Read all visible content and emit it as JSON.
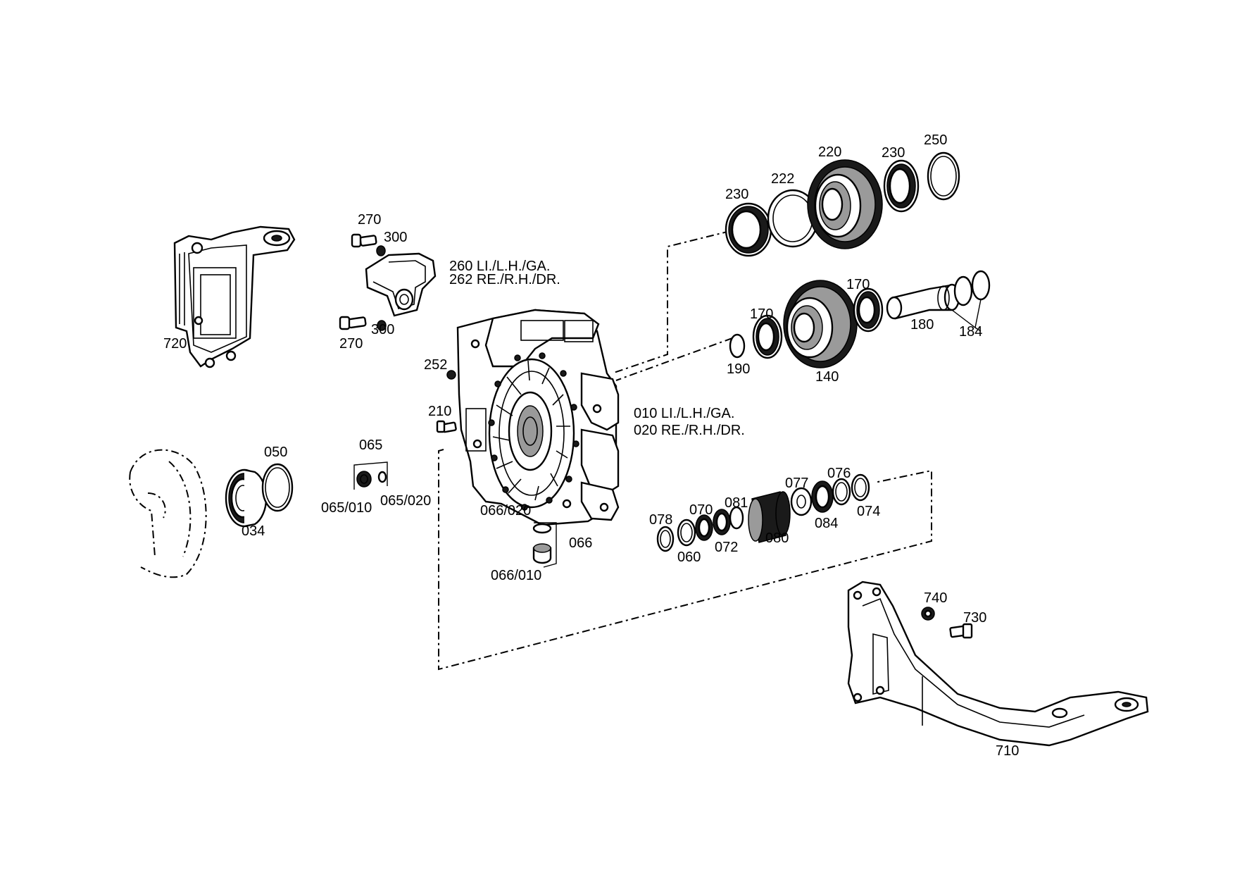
{
  "labels": {
    "p270a": "270",
    "p300a": "300",
    "p260": "260 LI./L.H./GA.",
    "p262": "262 RE./R.H./DR.",
    "p270b": "270",
    "p300b": "300",
    "p720": "720",
    "p252": "252",
    "p210": "210",
    "p010": "010 LI./L.H./GA.",
    "p020": "020 RE./R.H./DR.",
    "p065": "065",
    "p065_010": "065/010",
    "p065_020": "065/020",
    "p050": "050",
    "p034": "034",
    "p066_020": "066/020",
    "p066": "066",
    "p066_010": "066/010",
    "p230a": "230",
    "p222": "222",
    "p220": "220",
    "p230b": "230",
    "p250": "250",
    "p170a": "170",
    "p170b": "170",
    "p180": "180",
    "p184": "184",
    "p190": "190",
    "p140": "140",
    "p078": "078",
    "p070": "070",
    "p081": "081",
    "p077": "077",
    "p076": "076",
    "p074": "074",
    "p084": "084",
    "p080": "080",
    "p072": "072",
    "p060": "060",
    "p740": "740",
    "p730": "730",
    "p710": "710"
  }
}
